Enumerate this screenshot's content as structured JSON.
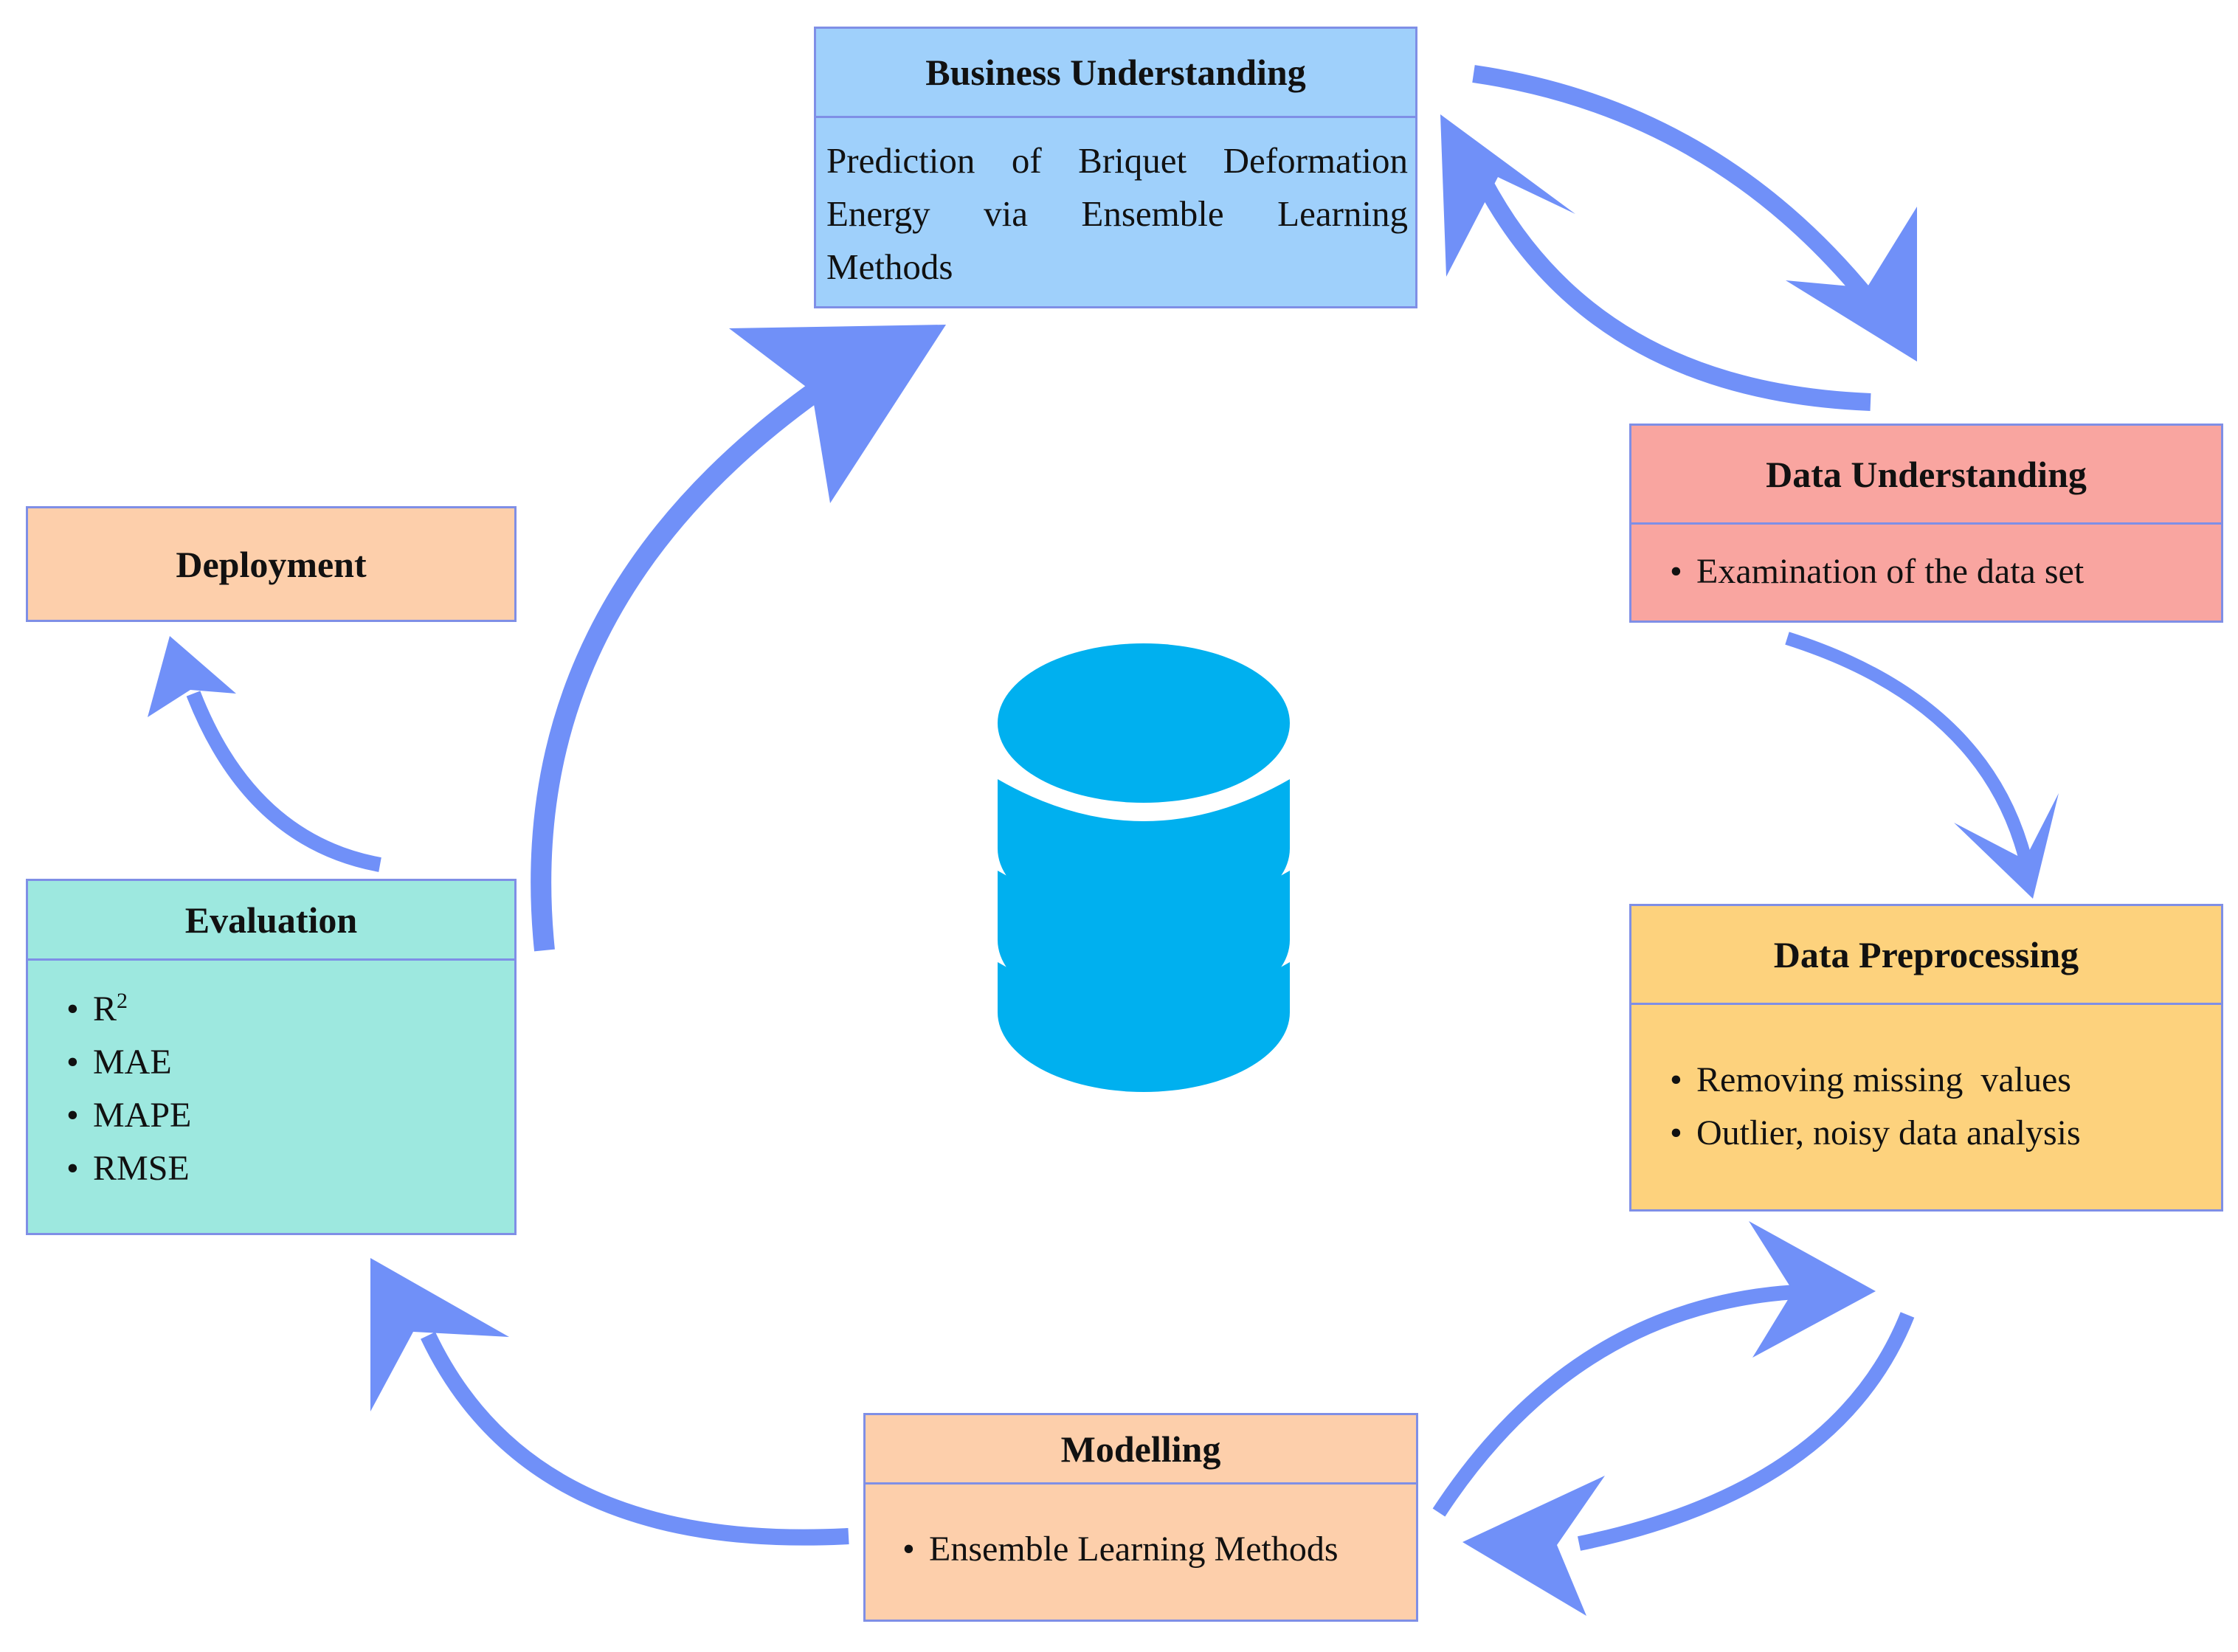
{
  "business": {
    "title": "Business Understanding",
    "text": "Prediction of Briquet Deformation Energy via Ensemble Learning Methods",
    "fill": "#9fd0fb"
  },
  "data_understanding": {
    "title": "Data Understanding",
    "items": [
      "Examination of the data set"
    ],
    "fill": "#f9a5a0"
  },
  "preprocessing": {
    "title": "Data Preprocessing",
    "items": [
      "Removing missing  values",
      "Outlier, noisy data analysis"
    ],
    "fill": "#fdd27d"
  },
  "modelling": {
    "title": "Modelling",
    "items": [
      "Ensemble Learning Methods"
    ],
    "fill": "#fdcfab"
  },
  "evaluation": {
    "title": "Evaluation",
    "r2_base": "R",
    "r2_sup": "2",
    "items": [
      "MAE",
      "MAPE",
      "RMSE"
    ],
    "fill": "#9de8df"
  },
  "deployment": {
    "title": "Deployment",
    "fill": "#fdcfab"
  },
  "colors": {
    "arrow": "#7090f8",
    "border": "#7f8fe6",
    "database": "#00b0ef"
  },
  "icons": {
    "center": "database-icon"
  }
}
